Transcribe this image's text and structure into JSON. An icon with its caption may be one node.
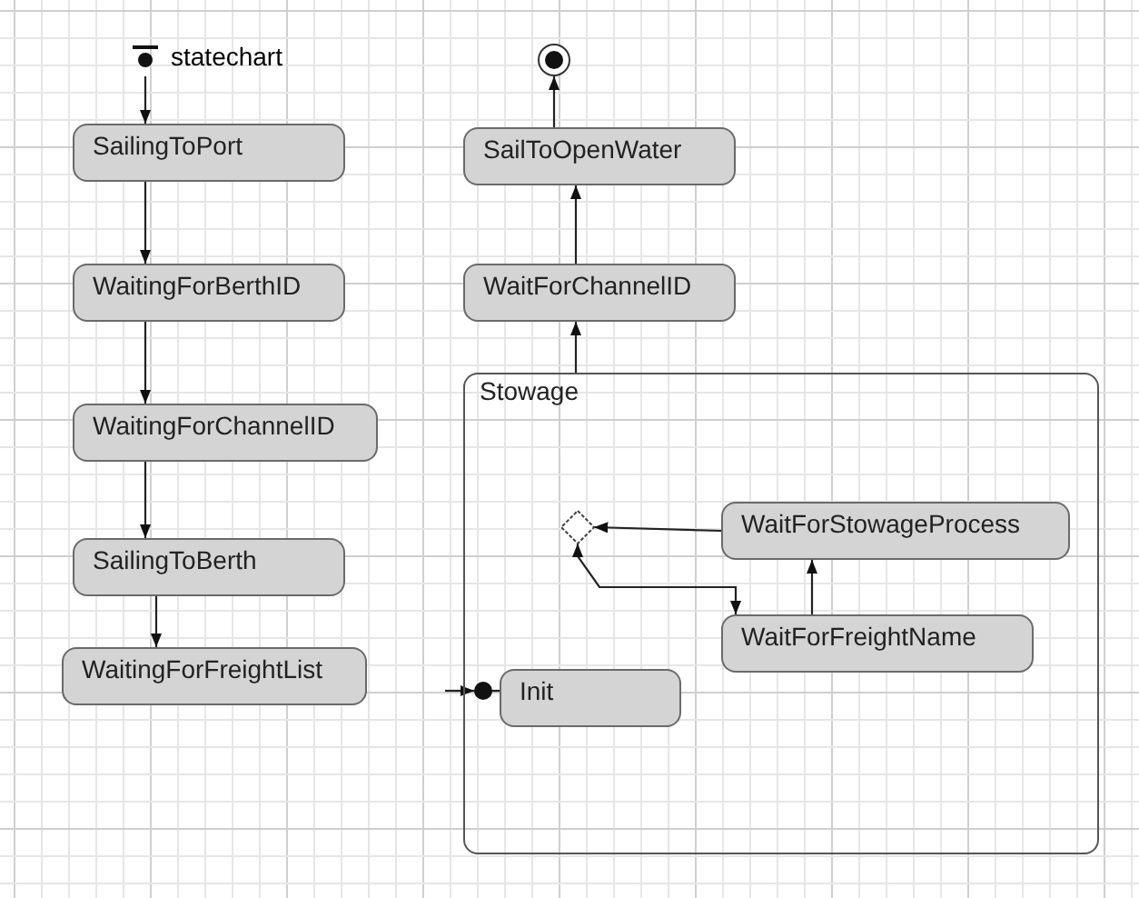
{
  "diagram": {
    "nodes": [
      {
        "text": [
          "statechart"
        ]
      },
      {
        "text": [
          "SailingToPort"
        ]
      },
      {
        "text": [
          "WaitingForBerthID"
        ]
      },
      {
        "text": [
          "WaitingForChannelID"
        ]
      },
      {
        "text": [
          "SailingToBerth"
        ]
      },
      {
        "text": [
          "WaitingForFreightList"
        ]
      },
      {
        "text": [],
        "shape": "circle"
      },
      {
        "text": [
          "SailToOpenWater"
        ]
      },
      {
        "text": [
          "WaitForChannelID"
        ]
      },
      {
        "text": [
          "Stowage"
        ]
      },
      {
        "text": [],
        "shape": "diamond",
        "in": 9
      },
      {
        "text": [
          "WaitForStowageProcess"
        ],
        "in": 9
      },
      {
        "text": [
          "WaitForFreightName"
        ],
        "in": 9
      },
      {
        "text": [
          "Init"
        ],
        "in": 9
      },
      {
        "text": [],
        "shape": "circle",
        "in": 9
      }
    ],
    "edges": [
      {
        "from": 0,
        "to": 1,
        "arrow": "to"
      },
      {
        "from": 1,
        "to": 2,
        "arrow": "to"
      },
      {
        "from": 2,
        "to": 3,
        "arrow": "to"
      },
      {
        "from": 3,
        "to": 4,
        "arrow": "to"
      },
      {
        "from": 4,
        "to": 5,
        "arrow": "to"
      },
      {
        "from": 7,
        "to": 6,
        "arrow": "to"
      },
      {
        "from": 8,
        "to": 7,
        "arrow": "to"
      },
      {
        "from": 9,
        "to": 8,
        "arrow": "to"
      },
      {
        "from": 11,
        "to": 10,
        "arrow": "to"
      },
      {
        "from": 12,
        "to": 11,
        "arrow": "to"
      },
      {
        "from": 10,
        "to": 12,
        "arrow": "both"
      },
      {
        "from": null,
        "to": 14,
        "arrow": "to"
      },
      {
        "from": 14,
        "to": 13,
        "arrow": "none"
      }
    ]
  }
}
